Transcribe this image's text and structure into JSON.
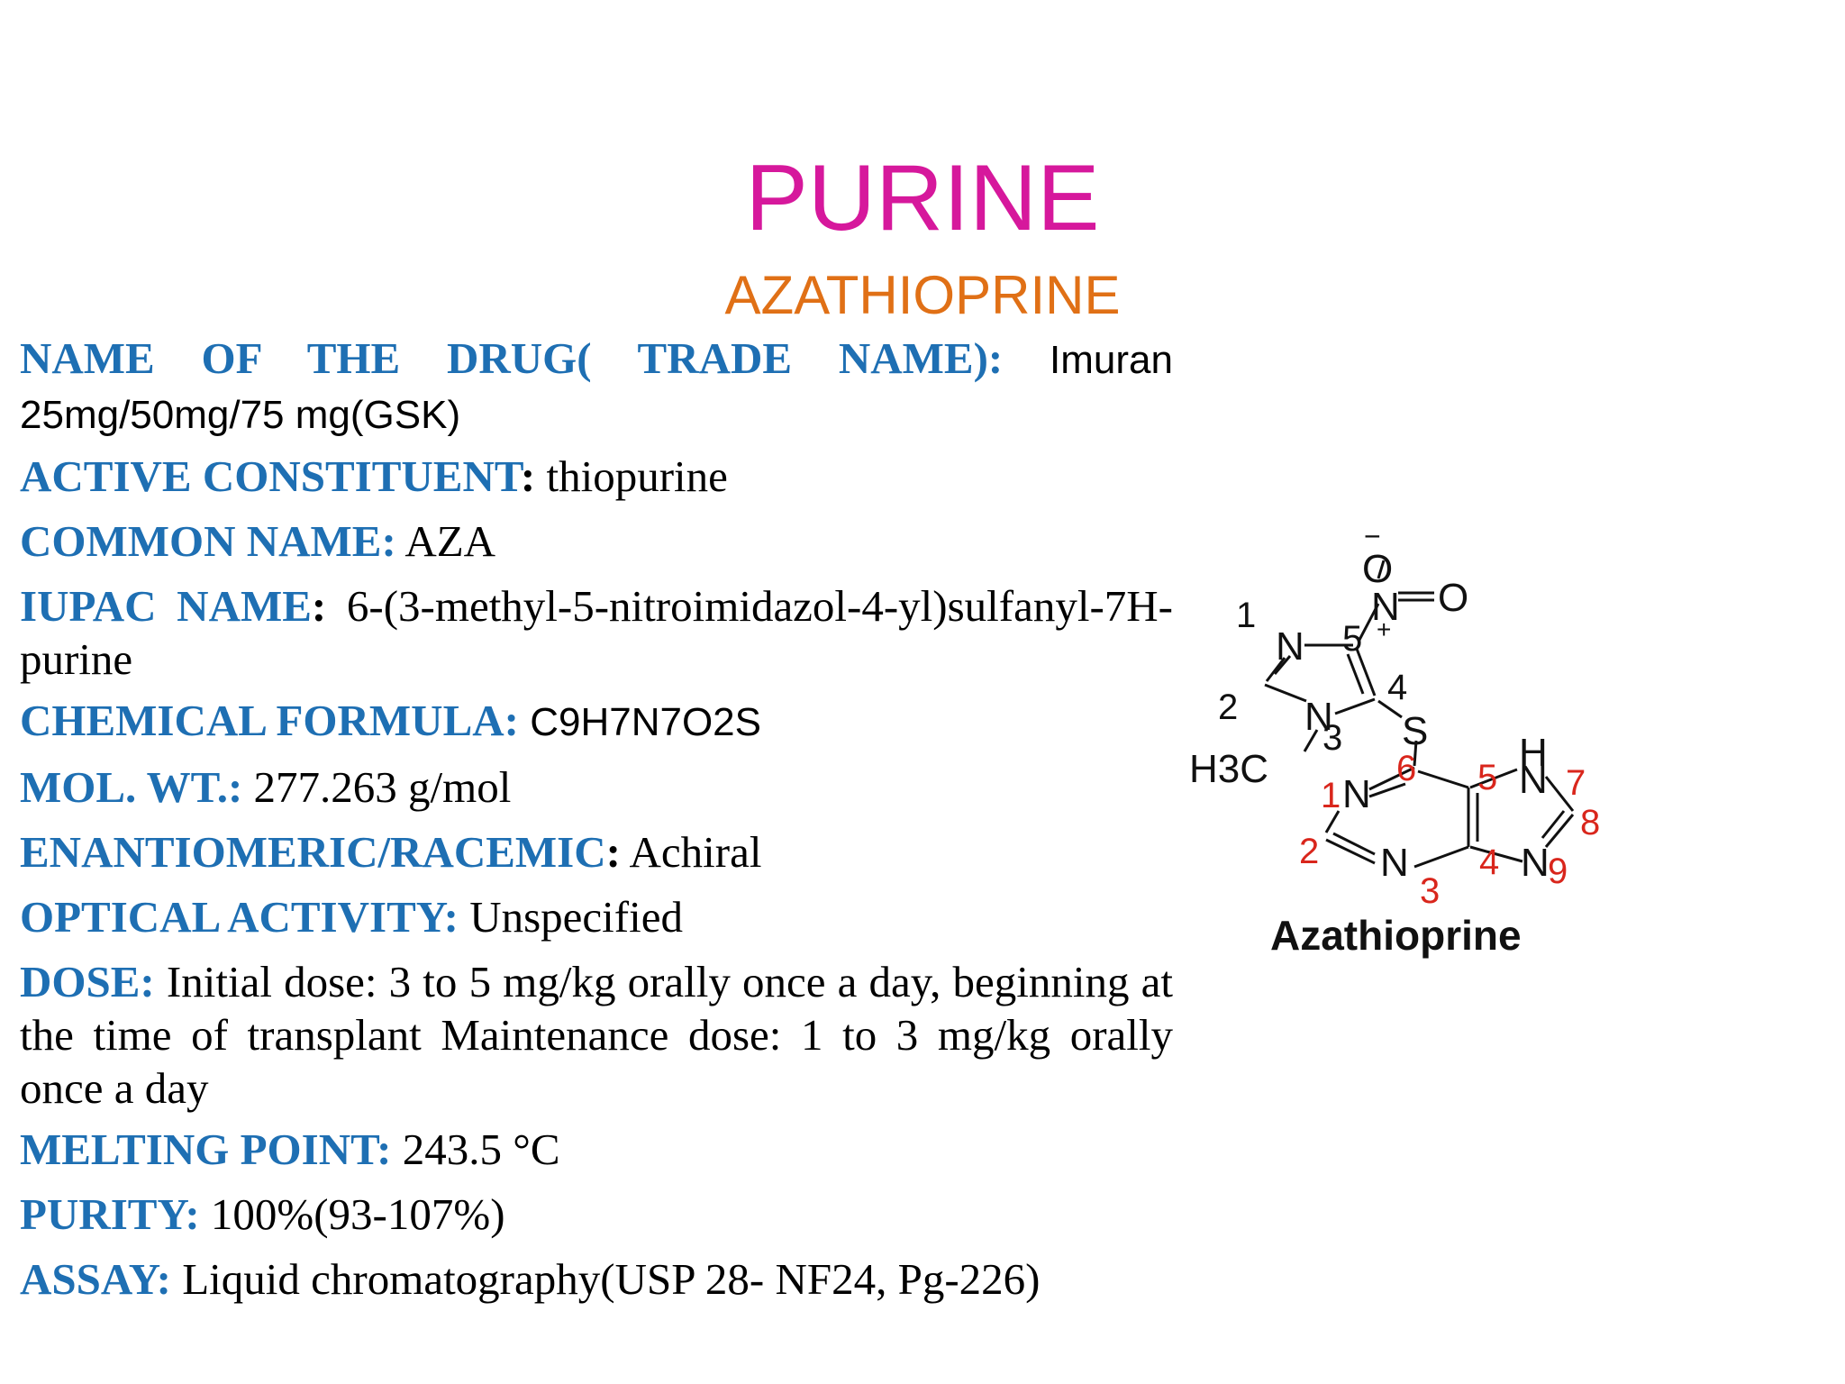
{
  "slide": {
    "title": "PURINE",
    "subtitle": "AZATHIOPRINE"
  },
  "fields": [
    {
      "label": "NAME OF THE DRUG( TRADE NAME):",
      "value": "Imuran 25mg/50mg/75 mg(GSK)"
    },
    {
      "label": "ACTIVE CONSTITUENT",
      "value": "thiopurine"
    },
    {
      "label": "COMMON NAME:",
      "value": "AZA"
    },
    {
      "label": "IUPAC NAME",
      "value": "6-(3-methyl-5-nitroimidazol-4-yl)sulfanyl-7H-purine"
    },
    {
      "label": "CHEMICAL FORMULA:",
      "value": "C9H7N7O2S"
    },
    {
      "label": "MOL. WT.:",
      "value": "277.263 g/mol"
    },
    {
      "label": "ENANTIOMERIC/RACEMIC",
      "value": "Achiral"
    },
    {
      "label": "OPTICAL ACTIVITY:",
      "value": "Unspecified"
    },
    {
      "label": "DOSE:",
      "value": "Initial dose: 3 to 5 mg/kg orally once a day, beginning at the time of transplant Maintenance dose: 1 to 3 mg/kg orally once a day"
    },
    {
      "label": "MELTING POINT:",
      "value": "243.5 °C"
    },
    {
      "label": "PURITY:",
      "value": "100%(93-107%)"
    },
    {
      "label": "ASSAY:",
      "value": "Liquid chromatography(USP 28- NF24, Pg-226)"
    }
  ],
  "structure": {
    "caption": "Azathioprine",
    "atoms": {
      "o_minus": "O",
      "n_nitro": "N",
      "o_double": "O",
      "plus": "+",
      "minus": "−",
      "n_imid1": "N",
      "n_imid3": "N",
      "s": "S",
      "h3c": "H3C",
      "n_pur1": "N",
      "n_pur3": "N",
      "n_pur7": "N",
      "h_pur7": "H",
      "n_pur9": "N"
    },
    "imidazole_numbers": [
      "1",
      "5",
      "4",
      "2",
      "3"
    ],
    "purine_numbers": [
      "6",
      "5",
      "7",
      "1",
      "8",
      "2",
      "4",
      "9",
      "3"
    ],
    "colors": {
      "purine_numbers": "#d9261c",
      "bonds": "#111111"
    }
  }
}
